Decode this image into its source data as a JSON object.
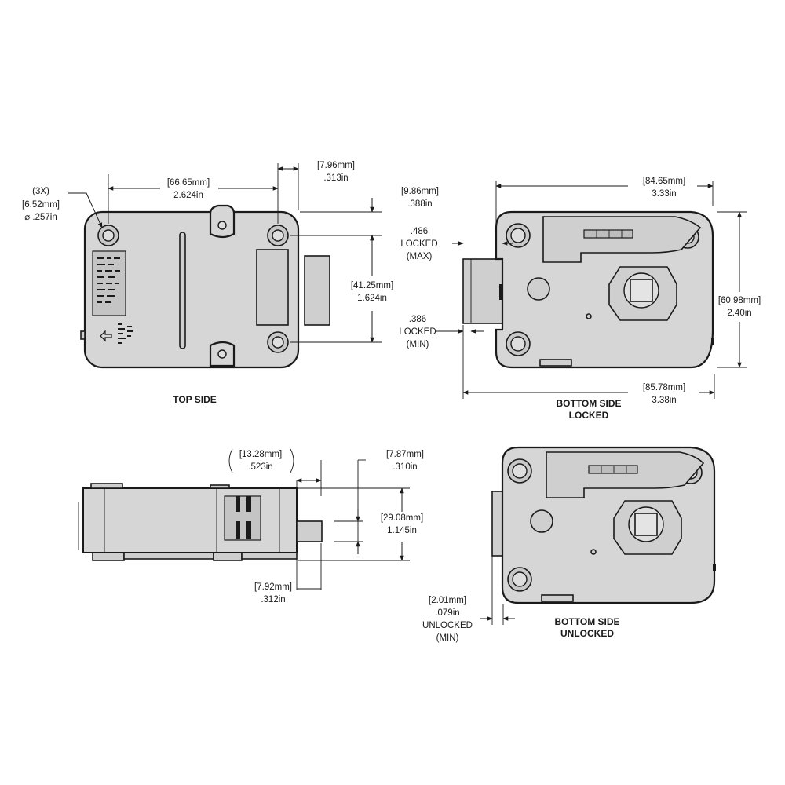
{
  "colors": {
    "outline": "#1a1a1a",
    "body_fill": "#d6d6d6",
    "background": "#ffffff"
  },
  "views": {
    "top": {
      "caption": "TOP SIDE"
    },
    "bottom_locked": {
      "caption_line1": "BOTTOM SIDE",
      "caption_line2": "LOCKED"
    },
    "bottom_unlocked": {
      "caption_line1": "BOTTOM SIDE",
      "caption_line2": "UNLOCKED"
    }
  },
  "dims": {
    "hole_qty": "(3X)",
    "hole_mm": "[6.52mm]",
    "hole_in": "⌀ .257in",
    "width_mm": "[66.65mm]",
    "width_in": "2.624in",
    "offset_mm": "[7.96mm]",
    "offset_in": ".313in",
    "hole_edge_mm": "[9.86mm]",
    "hole_edge_in": ".388in",
    "hole_span_mm": "[41.25mm]",
    "hole_span_in": "1.624in",
    "locked_max_val": ".486",
    "locked_max_l1": "LOCKED",
    "locked_max_l2": "(MAX)",
    "locked_min_val": ".386",
    "locked_min_l1": "LOCKED",
    "locked_min_l2": "(MIN)",
    "bottom_width_mm": "[84.65mm]",
    "bottom_width_in": "3.33in",
    "height_mm": "[60.98mm]",
    "height_in": "2.40in",
    "overall_mm": "[85.78mm]",
    "overall_in": "3.38in",
    "side_a_mm": "[13.28mm]",
    "side_a_in": ".523in",
    "side_b_mm": "[7.87mm]",
    "side_b_in": ".310in",
    "side_h_mm": "[29.08mm]",
    "side_h_in": "1.145in",
    "side_c_mm": "[7.92mm]",
    "side_c_in": ".312in",
    "unlock_mm": "[2.01mm]",
    "unlock_in": ".079in",
    "unlock_l1": "UNLOCKED",
    "unlock_l2": "(MIN)"
  }
}
